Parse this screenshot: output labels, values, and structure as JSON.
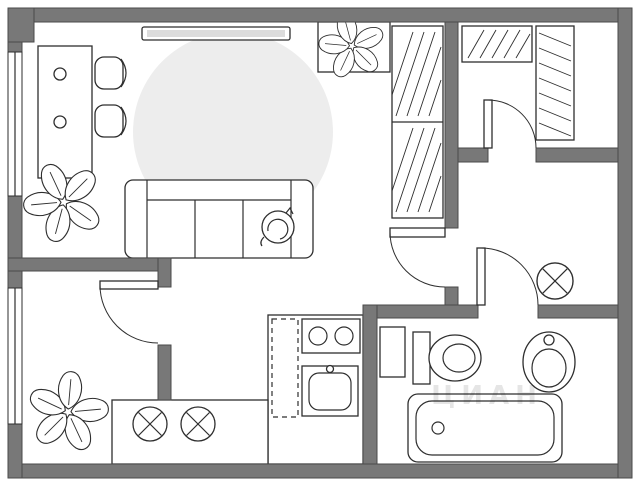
{
  "watermark": {
    "text": "ЦИАН"
  },
  "colors": {
    "background": "#ffffff",
    "wall_fill": "#787878",
    "wall_stroke": "#4a4a4a",
    "line": "#2e2e2e",
    "furniture_fill": "#ffffff",
    "rug_fill": "#ededed",
    "tv_screen": "#dcdcdc",
    "watermark_color": "rgba(0,0,0,0.10)"
  },
  "furniture": {
    "living_room": [
      "tv",
      "round-rug",
      "desk",
      "desk-chair",
      "desk-chair",
      "plant",
      "planter-plant",
      "hatched-wardrobe",
      "sofa",
      "cat"
    ],
    "dressing_room": [
      "clothes-rail",
      "clothes-rail"
    ],
    "hall": [
      "washing-machine"
    ],
    "kitchen": [
      "counter",
      "burner",
      "burner",
      "dashed-appliance-space",
      "hob",
      "kitchen-sink"
    ],
    "bathroom": [
      "cabinet",
      "toilet",
      "washbasin",
      "bathtub"
    ],
    "second_room": [
      "plant"
    ]
  }
}
